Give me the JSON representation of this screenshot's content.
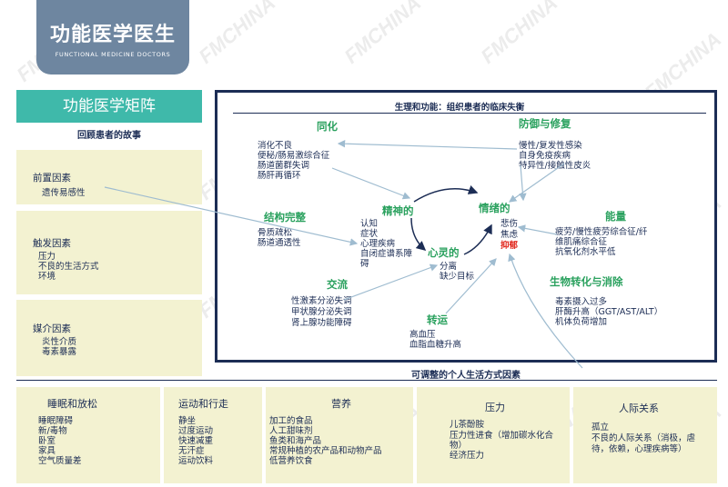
{
  "header": {
    "title": "功能医学医生",
    "subtitle": "FUNCTIONAL MEDICINE DOCTORS"
  },
  "watermark": "FMCHINA",
  "left_panel": {
    "title": "功能医学矩阵",
    "story_title": "回顾患者的故事",
    "sections": [
      {
        "head": "前置因素",
        "items": [
          "遗传易感性"
        ]
      },
      {
        "head": "触发因素",
        "items": [
          "压力",
          "不良的生活方式",
          "环境"
        ]
      },
      {
        "head": "媒介因素",
        "items": [
          "炎性介质",
          "毒素暴露"
        ]
      }
    ]
  },
  "diagram": {
    "title": "生理和功能：组织患者的临床失衡",
    "groups": {
      "assimilation": {
        "head": "同化",
        "items": [
          "消化不良",
          "便秘/肠易激综合征",
          "肠道菌群失调",
          "肠肝再循环"
        ]
      },
      "defense": {
        "head": "防御与修复",
        "items": [
          "慢性/复发性感染",
          "自身免疫疾病",
          "特异性/接触性皮炎"
        ]
      },
      "structure": {
        "head": "结构完整",
        "items": [
          "骨质疏松",
          "肠道通透性"
        ]
      },
      "energy": {
        "head": "能量",
        "items": [
          "疲劳/慢性疲劳综合征/纤",
          "维肌痛综合征",
          "抗氧化剂水平低"
        ]
      },
      "communication": {
        "head": "交流",
        "items": [
          "性激素分泌失调",
          "甲状腺分泌失调",
          "肾上腺功能障碍"
        ]
      },
      "biotransform": {
        "head": "生物转化与消除",
        "items": [
          "毒素摄入过多",
          "肝酶升高（GGT/AST/ALT）",
          "机体负荷增加"
        ]
      },
      "transport": {
        "head": "转运",
        "items": [
          "高血压",
          "血脂血糖升高"
        ]
      }
    },
    "core": {
      "mental": {
        "head": "精神的",
        "items": [
          "认知",
          "症状",
          "心理疾病",
          "自闭症谱系障",
          "碍"
        ]
      },
      "emotional": {
        "head": "情绪的",
        "items": [
          "悲伤",
          "焦虑"
        ],
        "highlight": "抑郁"
      },
      "spiritual": {
        "head": "心灵的",
        "items": [
          "分离",
          "缺少目标"
        ]
      }
    }
  },
  "lifestyle": {
    "title": "可调整的个人生活方式因素",
    "boxes": [
      {
        "head": "睡眠和放松",
        "items": [
          "睡眠障碍",
          "新/毒物",
          "卧室",
          "家具",
          "空气质量差"
        ]
      },
      {
        "head": "运动和行走",
        "items": [
          "静坐",
          "过度运动",
          "快速减重",
          "无汗症",
          "运动饮料"
        ]
      },
      {
        "head": "营养",
        "items": [
          "加工的食品",
          "人工甜味剂",
          "鱼类和海产品",
          "常规种植的农产品和动物产品",
          "低营养饮食"
        ]
      },
      {
        "head": "压力",
        "items": [
          "儿茶酚胺",
          "压力性进食（增加碳水化合",
          "物）",
          "经济压力"
        ]
      },
      {
        "head": "人际关系",
        "items": [
          "孤立",
          "不良的人际关系（消极，虐",
          "待，依赖，心理疾病等）"
        ]
      }
    ]
  },
  "colors": {
    "accent_teal": "#3fb9aa",
    "navy": "#1c2d55",
    "green_head": "#2aa15e",
    "box_fill": "#f3f2d1",
    "header_fill": "#6e86a0",
    "highlight_red": "#e1251b"
  }
}
